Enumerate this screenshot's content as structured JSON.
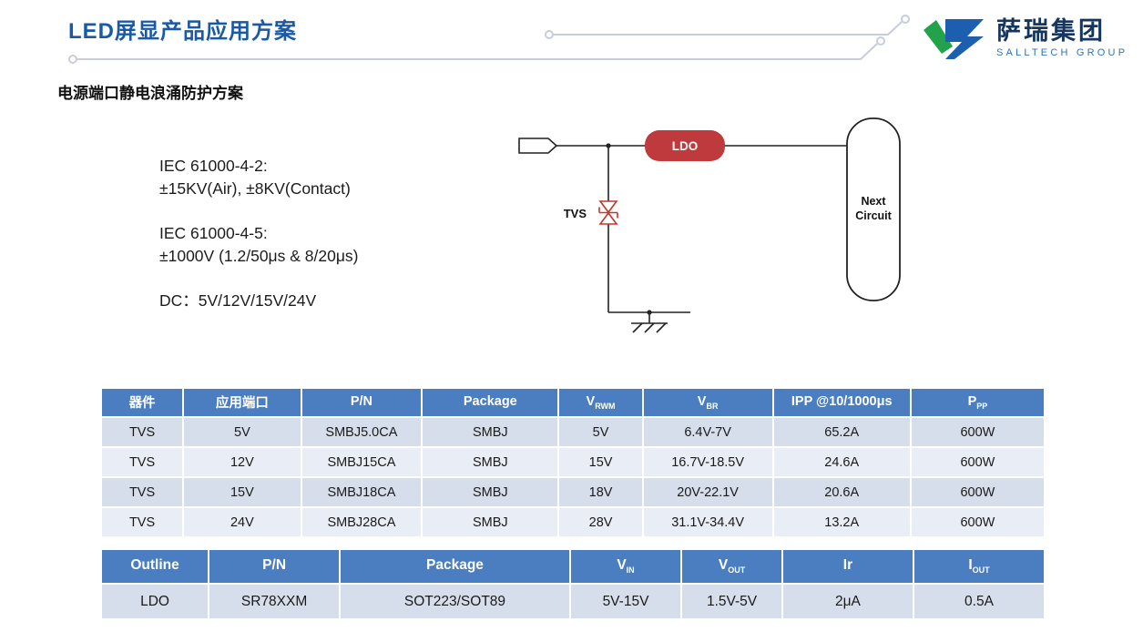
{
  "page": {
    "title": "LED屏显产品应用方案",
    "subtitle": "电源端口静电浪涌防护方案"
  },
  "logo": {
    "name_cn": "萨瑞集团",
    "name_en": "SALLTECH GROUP"
  },
  "specs": {
    "lines": [
      "IEC 61000-4-2:",
      "±15KV(Air), ±8KV(Contact)",
      "IEC 61000-4-5:",
      "±1000V (1.2/50μs & 8/20μs)",
      "DC：5V/12V/15V/24V"
    ]
  },
  "circuit": {
    "ldo_label": "LDO",
    "tvs_label": "TVS",
    "next_label_1": "Next",
    "next_label_2": "Circuit"
  },
  "tvs_table": {
    "headers": [
      {
        "base": "器件"
      },
      {
        "base": "应用端口"
      },
      {
        "base": "P/N"
      },
      {
        "base": "Package"
      },
      {
        "base": "V",
        "sub": "RWM"
      },
      {
        "base": "V",
        "sub": "BR"
      },
      {
        "base": "IPP @10/1000μs"
      },
      {
        "base": "P",
        "sub": "PP"
      }
    ],
    "rows": [
      [
        "TVS",
        "5V",
        "SMBJ5.0CA",
        "SMBJ",
        "5V",
        "6.4V-7V",
        "65.2A",
        "600W"
      ],
      [
        "TVS",
        "12V",
        "SMBJ15CA",
        "SMBJ",
        "15V",
        "16.7V-18.5V",
        "24.6A",
        "600W"
      ],
      [
        "TVS",
        "15V",
        "SMBJ18CA",
        "SMBJ",
        "18V",
        "20V-22.1V",
        "20.6A",
        "600W"
      ],
      [
        "TVS",
        "24V",
        "SMBJ28CA",
        "SMBJ",
        "28V",
        "31.1V-34.4V",
        "13.2A",
        "600W"
      ]
    ]
  },
  "ldo_table": {
    "headers": [
      {
        "base": "Outline"
      },
      {
        "base": "P/N"
      },
      {
        "base": "Package"
      },
      {
        "base": "V",
        "sub": "IN"
      },
      {
        "base": "V",
        "sub": "OUT"
      },
      {
        "base": "Ir"
      },
      {
        "base": "I",
        "sub": "OUT"
      }
    ],
    "rows": [
      [
        "LDO",
        "SR78XXM",
        "SOT223/SOT89",
        "5V-15V",
        "1.5V-5V",
        "2μA",
        "0.5A"
      ]
    ]
  },
  "colors": {
    "title_blue": "#1a5aa5",
    "table_header_blue": "#4a7ec0",
    "row_dark": "#d7deeb",
    "row_light": "#e9edf5",
    "ldo_red": "#bf3a3c",
    "tvs_red": "#c0392b",
    "logo_green": "#22a24a",
    "logo_blue": "#1b5fae",
    "deco_gray": "#c7cdd9"
  }
}
